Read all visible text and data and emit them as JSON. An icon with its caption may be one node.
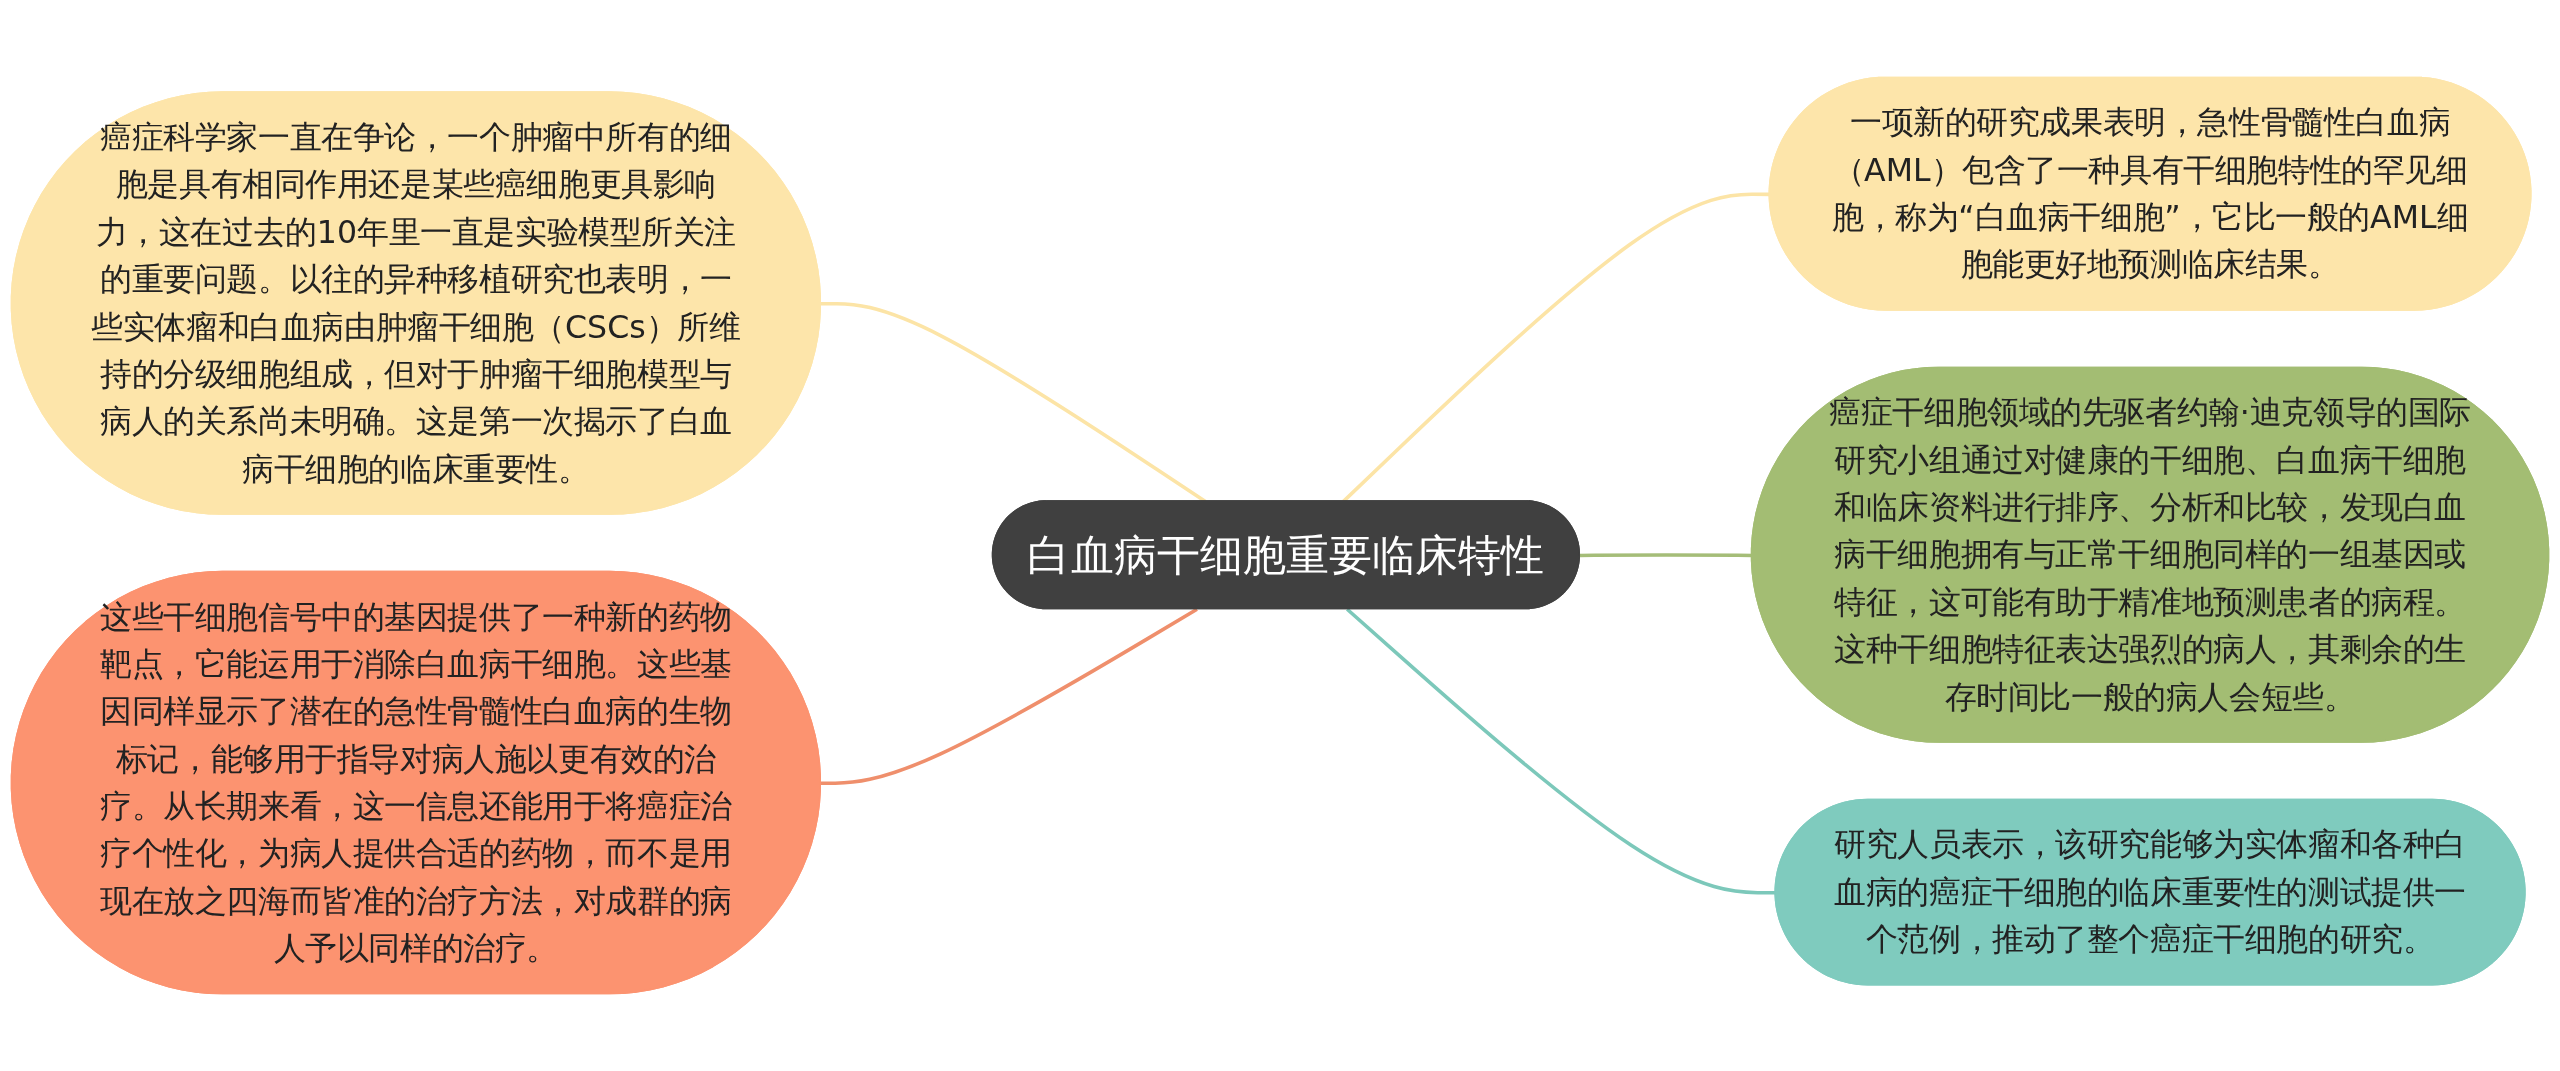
{
  "diagram": {
    "nodes": [
      {
        "text": [
          "白血病干细胞重要临床特性"
        ]
      },
      {
        "text": [
          "癌症科学家一直在争论，一个肿瘤中所有的细胞是具有相同作用还是某些癌细胞更具影响力，这在过去的10年里一直是实验模型所关注的重要问题。以往的异种移植研究也表明，一些实体瘤和白血病由肿瘤干细胞（CSCs）所维持的分级细胞组成，但对于肿瘤干细胞模型与病人的关系尚未明确。这是第一次揭示了白血病干细胞的临床重要性。"
        ]
      },
      {
        "text": [
          "这些干细胞信号中的基因提供了一种新的药物靶点，它能运用于消除白血病干细胞。这些基因同样显示了潜在的急性骨髓性白血病的生物标记，能够用于指导对病人施以更有效的治疗。从长期来看，这一信息还能用于将癌症治疗个性化，为病人提供合适的药物，而不是用现在放之四海而皆准的治疗方法，对成群的病人予以同样的治疗。"
        ]
      },
      {
        "text": [
          "一项新的研究成果表明，急性骨髓性白血病（AML）包含了一种具有干细胞特性的罕见细胞，称为“白血病干细胞”，它比一般的AML细胞能更好地预测临床结果。"
        ]
      },
      {
        "text": [
          "癌症干细胞领域的先驱者约翰·迪克领导的国际研究小组通过对健康的干细胞、白血病干细胞和临床资料进行排序、分析和比较，发现白血病干细胞拥有与正常干细胞同样的一组基因或特征，这可能有助于精准地预测患者的病程。这种干细胞特征表达强烈的病人，其剩余的生存时间比一般的病人会短些。"
        ]
      },
      {
        "text": [
          "研究人员表示，该研究能够为实体瘤和各种白血病的癌症干细胞的临床重要性的测试提供一个范例，推动了整个癌症干细胞的研究。"
        ]
      }
    ],
    "edges": [
      {
        "from": 0,
        "to": 1,
        "arrow": "none",
        "color": "#fce4a6"
      },
      {
        "from": 0,
        "to": 2,
        "arrow": "none",
        "color": "#ef8f6c"
      },
      {
        "from": 0,
        "to": 3,
        "arrow": "none",
        "color": "#fce4a6"
      },
      {
        "from": 0,
        "to": 4,
        "arrow": "none",
        "color": "#a5bd78"
      },
      {
        "from": 0,
        "to": 5,
        "arrow": "none",
        "color": "#7cc8ba"
      }
    ]
  }
}
